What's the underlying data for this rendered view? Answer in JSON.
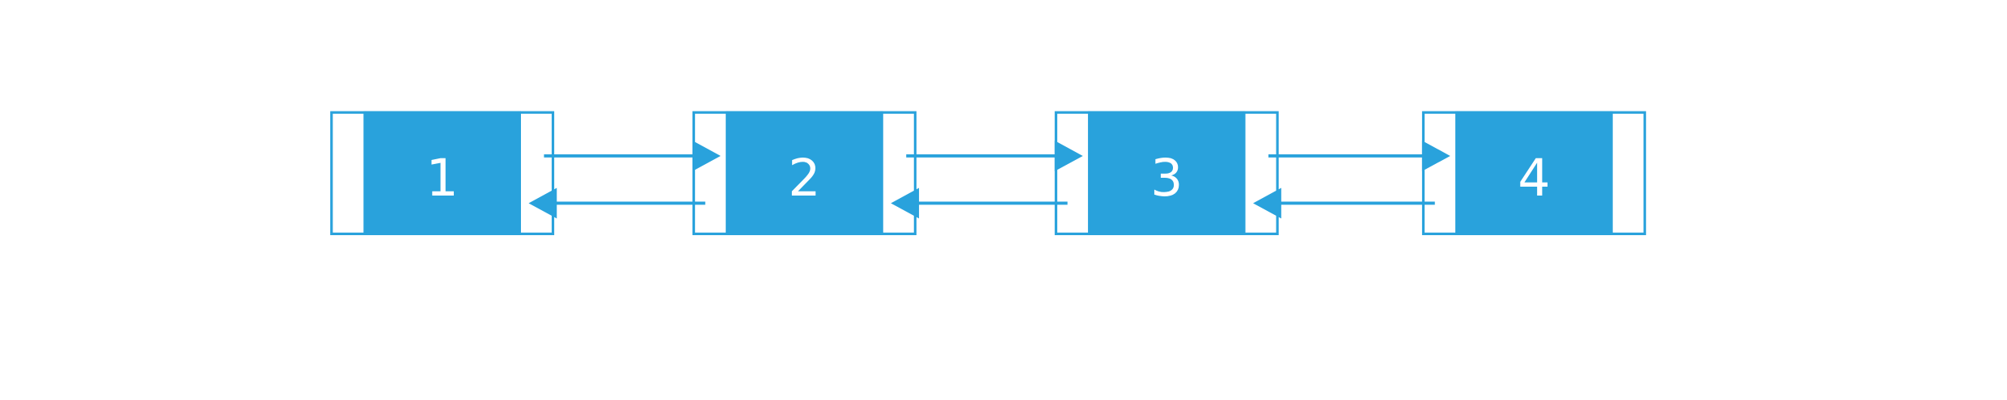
{
  "diagram": {
    "type": "doubly-linked-list",
    "nodes": [
      {
        "label": "1"
      },
      {
        "label": "2"
      },
      {
        "label": "3"
      },
      {
        "label": "4"
      }
    ],
    "colors": {
      "accent": "#29a2dc",
      "background": "#ffffff",
      "text": "#ffffff"
    }
  }
}
